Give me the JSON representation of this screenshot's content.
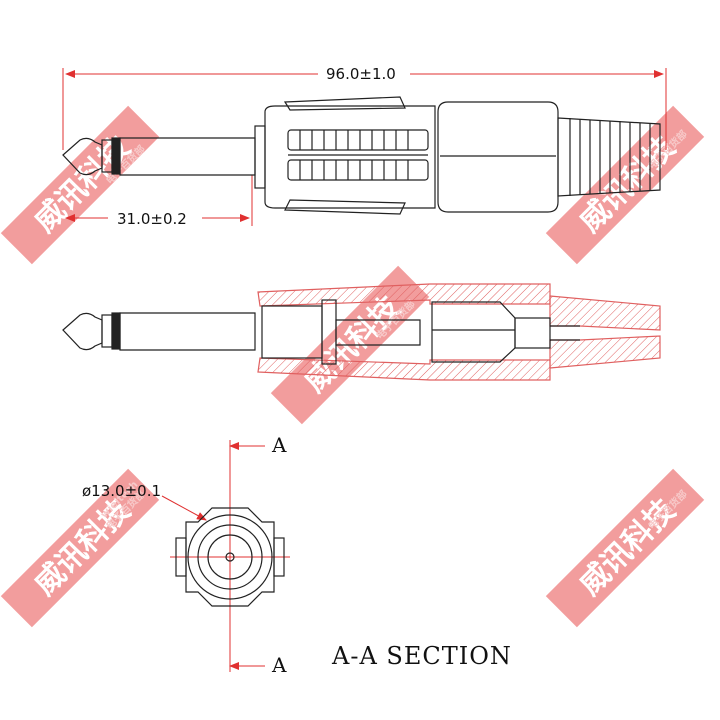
{
  "drawing": {
    "dim_overall": "96.0±1.0",
    "dim_tip": "31.0±0.2",
    "dim_diameter": "ø13.0±0.1",
    "section_marker_top": "A",
    "section_marker_bottom": "A",
    "section_title": "A-A  SECTION"
  },
  "watermark": {
    "text": "威讯科技",
    "sub_text": "电子百货部",
    "sub_text_latin": "wieitech",
    "band_color": "#f08c8c",
    "hatch_color": "#e06060"
  }
}
